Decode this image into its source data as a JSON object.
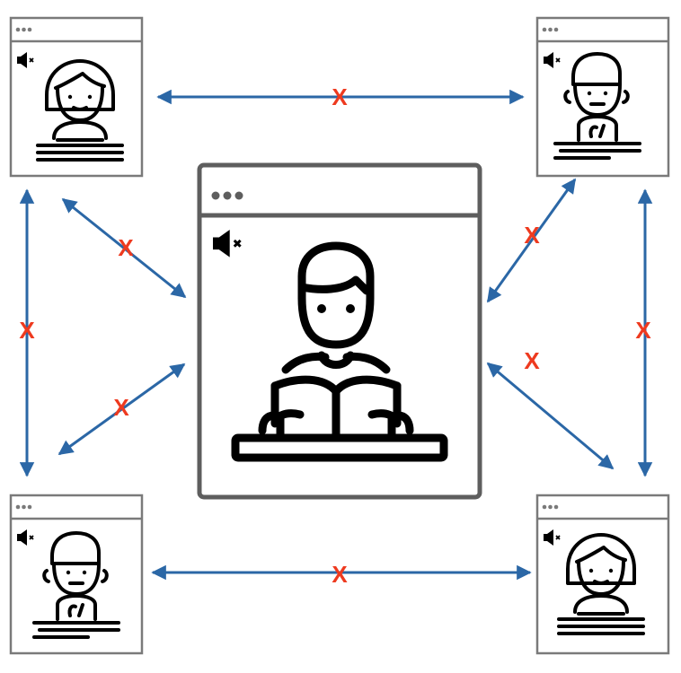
{
  "diagram": {
    "windows": [
      {
        "id": "center",
        "role": "teacher",
        "muted": true,
        "label": "",
        "icon": "reading-person-icon"
      },
      {
        "id": "top-left",
        "role": "student",
        "muted": true,
        "label": "",
        "icon": "girl-reading-icon"
      },
      {
        "id": "top-right",
        "role": "student",
        "muted": true,
        "label": "",
        "icon": "boy-writing-icon"
      },
      {
        "id": "bottom-left",
        "role": "student",
        "muted": true,
        "label": "",
        "icon": "boy-writing-icon"
      },
      {
        "id": "bottom-right",
        "role": "student",
        "muted": true,
        "label": "",
        "icon": "girl-reading-icon"
      }
    ],
    "connections": [
      {
        "from": "top-left",
        "to": "top-right",
        "mark": "X"
      },
      {
        "from": "bottom-left",
        "to": "bottom-right",
        "mark": "X"
      },
      {
        "from": "top-left",
        "to": "bottom-left",
        "mark": "X"
      },
      {
        "from": "top-right",
        "to": "bottom-right",
        "mark": "X"
      },
      {
        "from": "top-left",
        "to": "center",
        "mark": "X"
      },
      {
        "from": "bottom-left",
        "to": "center",
        "mark": "X"
      },
      {
        "from": "top-right",
        "to": "center",
        "mark": "X"
      },
      {
        "from": "bottom-right",
        "to": "center",
        "mark": "X"
      }
    ],
    "colors": {
      "arrow": "#2b67a6",
      "mark": "#ee3a1f",
      "frame_small": "#7a7a7a",
      "frame_large": "#5e5e5e",
      "ink": "#000000"
    }
  }
}
